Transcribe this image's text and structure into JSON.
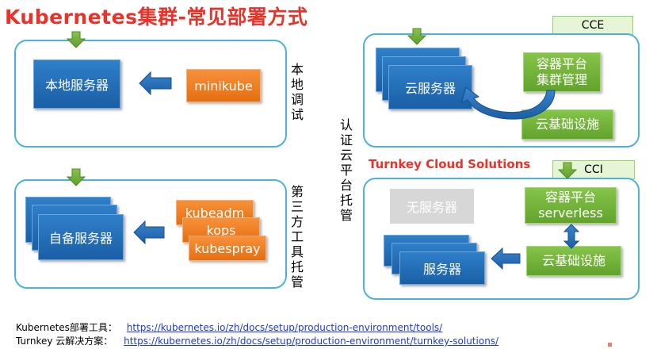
{
  "title": "Kubernetes集群-常见部署方式",
  "local": {
    "server": "本地服务器",
    "tool": "minikube",
    "label": "本地调试"
  },
  "thirdparty": {
    "server": "自备服务器",
    "tools": [
      "kubeadm",
      "kops",
      "kubespray"
    ],
    "label": "第三方工具托管"
  },
  "cloud_label": "认证云平台托管",
  "cce": {
    "tab": "CCE",
    "server": "云服务器",
    "platform": "容器平台\n集群管理",
    "infra": "云基础设施"
  },
  "cci": {
    "tab": "CCI",
    "heading": "Turnkey Cloud Solutions",
    "serverless": "无服务器",
    "server": "服务器",
    "platform": "容器平台\nserverless",
    "infra": "云基础设施"
  },
  "footer": {
    "row1_label": "Kubernetes部署工具：",
    "row1_link": "https://kubernetes.io/zh/docs/setup/production-environment/tools/",
    "row2_label": "Turnkey 云解决方案：",
    "row2_link": "https://kubernetes.io/zh/docs/setup/production-environment/turnkey-solutions/"
  }
}
